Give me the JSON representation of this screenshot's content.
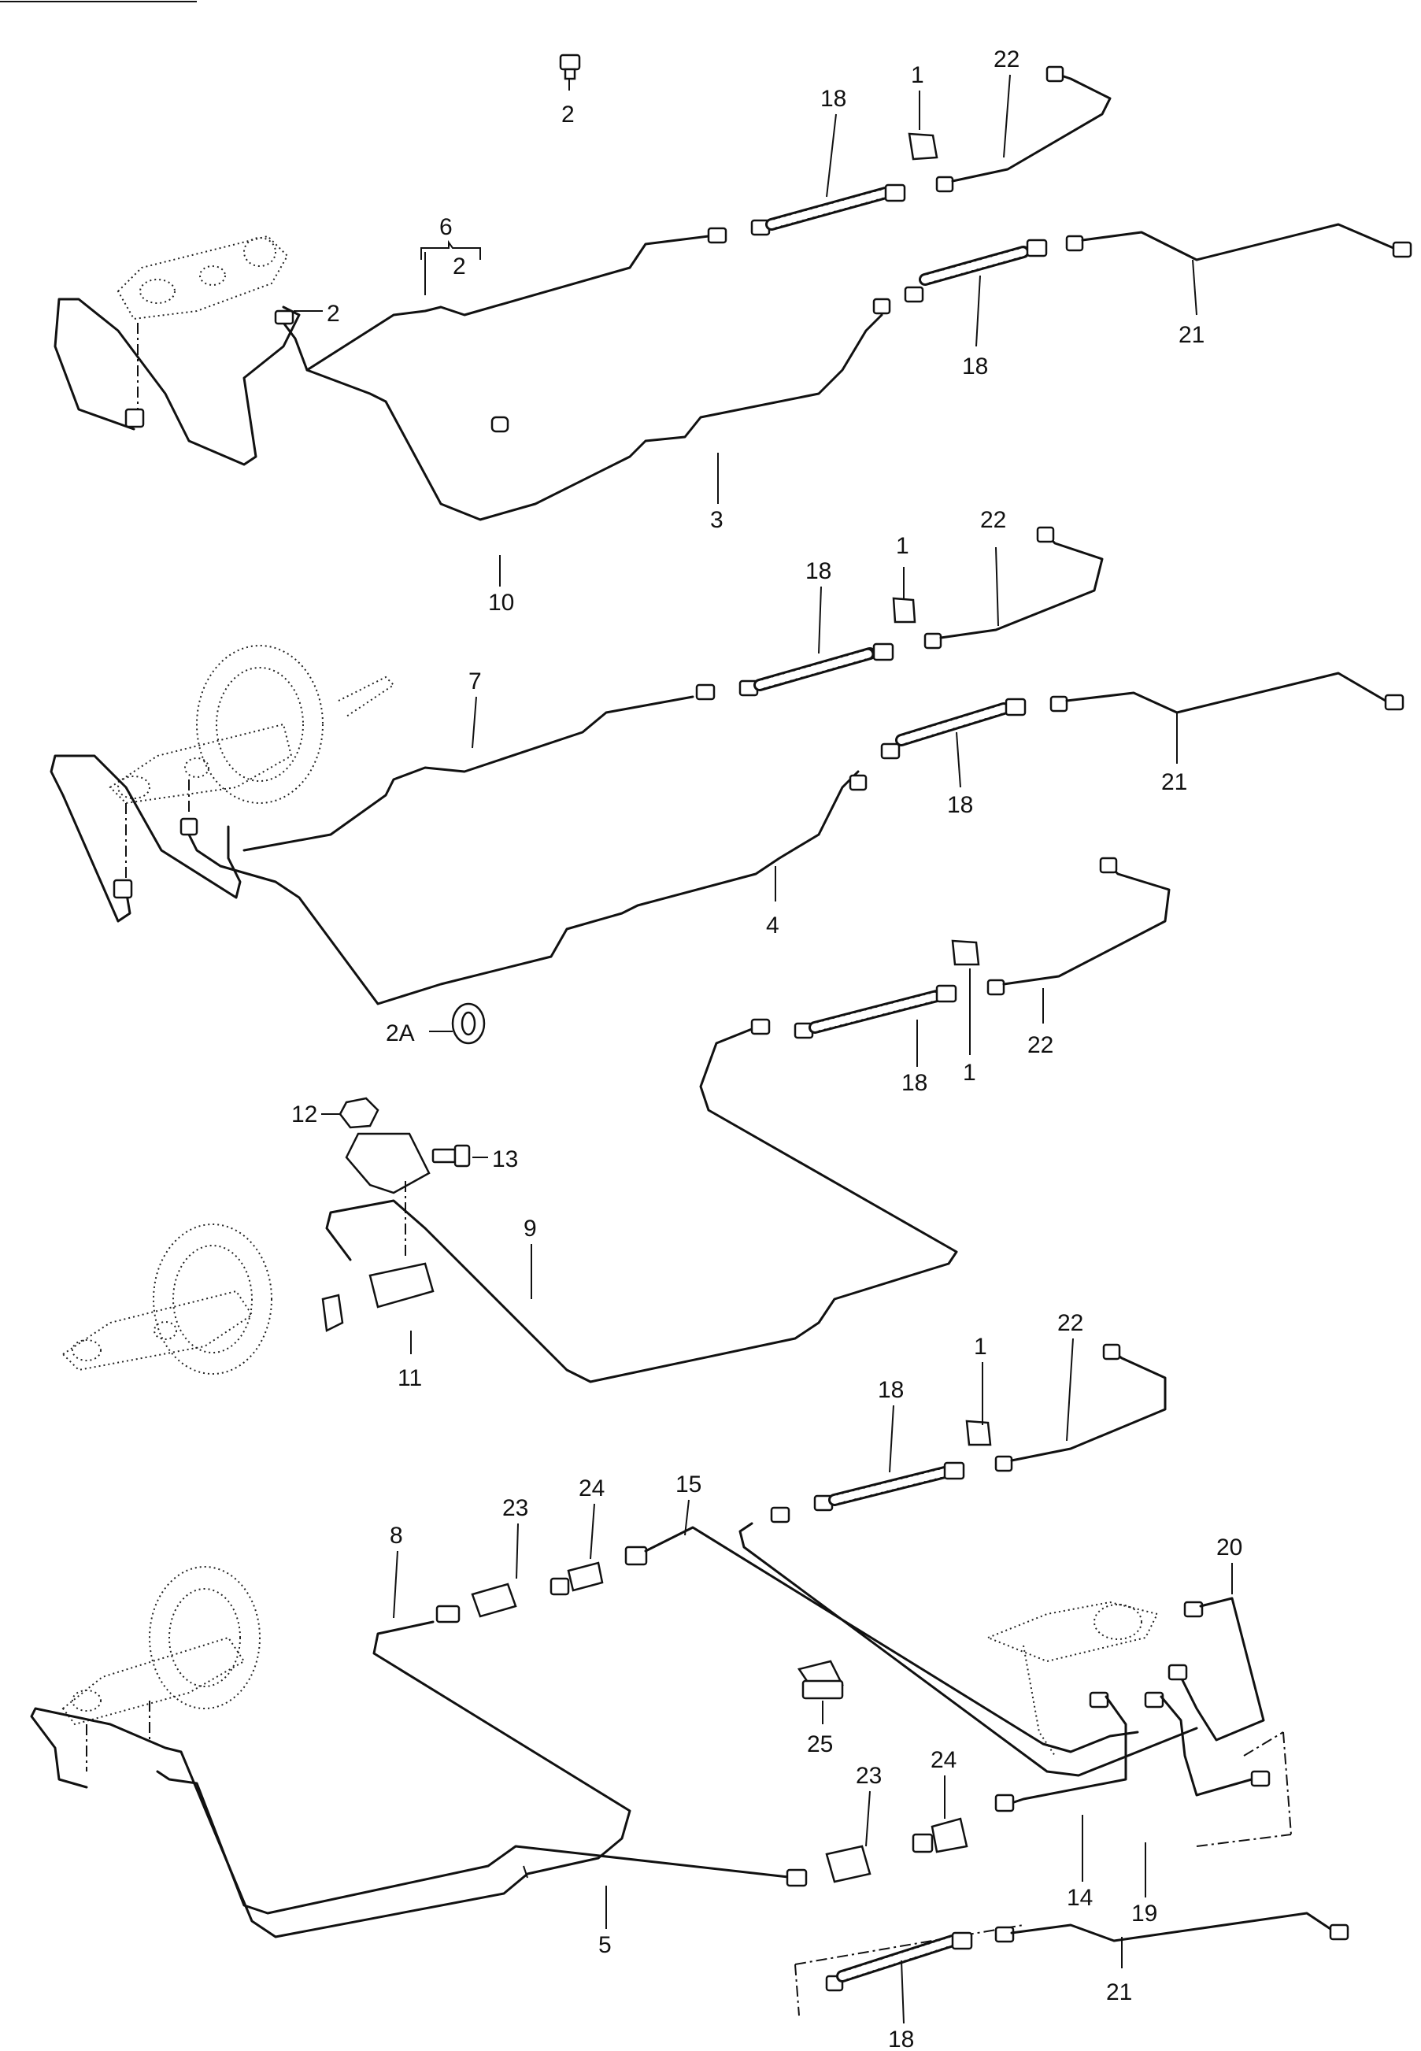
{
  "diagram": {
    "callouts": {
      "c1a": "1",
      "c2a": "2",
      "c18a": "18",
      "c22a": "22",
      "c6": "6",
      "c2b": "2",
      "c2c": "2",
      "c18b": "18",
      "c21a": "21",
      "c3": "3",
      "c10": "10",
      "c1b": "1",
      "c18c": "18",
      "c22b": "22",
      "c7": "7",
      "c18d": "18",
      "c21b": "21",
      "c4": "4",
      "c2A": "2A",
      "c22c": "22",
      "c18e": "18",
      "c1c": "1",
      "c12": "12",
      "c13": "13",
      "c9": "9",
      "c11": "11",
      "c1d": "1",
      "c22d": "22",
      "c18f": "18",
      "c15": "15",
      "c24a": "24",
      "c23a": "23",
      "c8": "8",
      "c20": "20",
      "c25": "25",
      "c23b": "23",
      "c24b": "24",
      "c14": "14",
      "c19": "19",
      "c5": "5",
      "c21c": "21",
      "c18g": "18"
    }
  }
}
